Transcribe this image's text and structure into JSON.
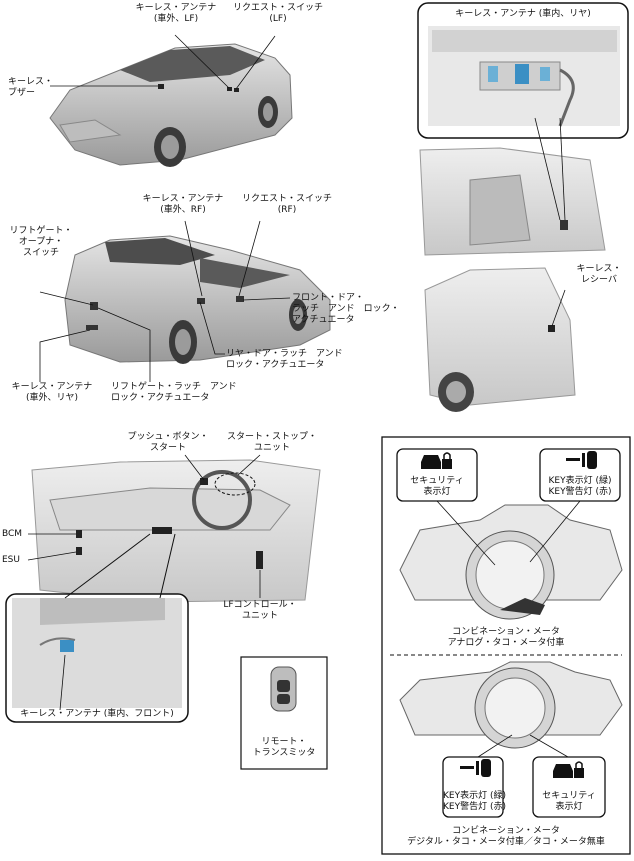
{
  "top_car": {
    "keyless_antenna_lf": [
      "キーレス・アンテナ",
      "(車外、LF)"
    ],
    "request_switch_lf": [
      "リクエスト・スイッチ",
      "(LF)"
    ],
    "keyless_buzzer": [
      "キーレス・",
      "ブザー"
    ]
  },
  "rear_car": {
    "keyless_antenna_rf": [
      "キーレス・アンテナ",
      "(車外、RF)"
    ],
    "request_switch_rf": [
      "リクエスト・スイッチ",
      "(RF)"
    ],
    "liftgate_opener": [
      "リフトゲート・",
      "オープナ・",
      "スイッチ"
    ],
    "front_door_latch": [
      "フロント・ドア・",
      "ラッチ　アンド　ロック・",
      "アクチュエータ"
    ],
    "rear_door_latch": [
      "リヤ・ドア・ラッチ　アンド",
      "ロック・アクチュエータ"
    ],
    "keyless_antenna_rear": [
      "キーレス・アンテナ",
      "(車外、リヤ)"
    ],
    "liftgate_latch": [
      "リフトゲート・ラッチ　アンド",
      "ロック・アクチュエータ"
    ]
  },
  "interior_rear": {
    "keyless_antenna_inner_rear": "キーレス・アンテナ (車内、リヤ)",
    "keyless_receiver": [
      "キーレス・",
      "レシーバ"
    ]
  },
  "dashboard": {
    "push_button_start": [
      "プッシュ・ボタン・",
      "スタート"
    ],
    "start_stop_unit": [
      "スタート・ストップ・",
      "ユニット"
    ],
    "bcm": "BCM",
    "esu": "ESU",
    "lf_control_unit": [
      "LFコントロール・",
      "ユニット"
    ],
    "keyless_antenna_inner_front": "キーレス・アンテナ (車内、フロント)",
    "remote_transmitter": [
      "リモート・",
      "トランスミッタ"
    ]
  },
  "meter_panel": {
    "security_indicator": [
      "セキュリティ",
      "表示灯"
    ],
    "key_indicator": [
      "KEY表示灯 (緑)",
      "KEY警告灯 (赤)"
    ],
    "analog_caption": [
      "コンビネーション・メータ",
      "アナログ・タコ・メータ付車"
    ],
    "digital_caption": [
      "コンビネーション・メータ",
      "デジタル・タコ・メータ付車／タコ・メータ無車"
    ]
  }
}
